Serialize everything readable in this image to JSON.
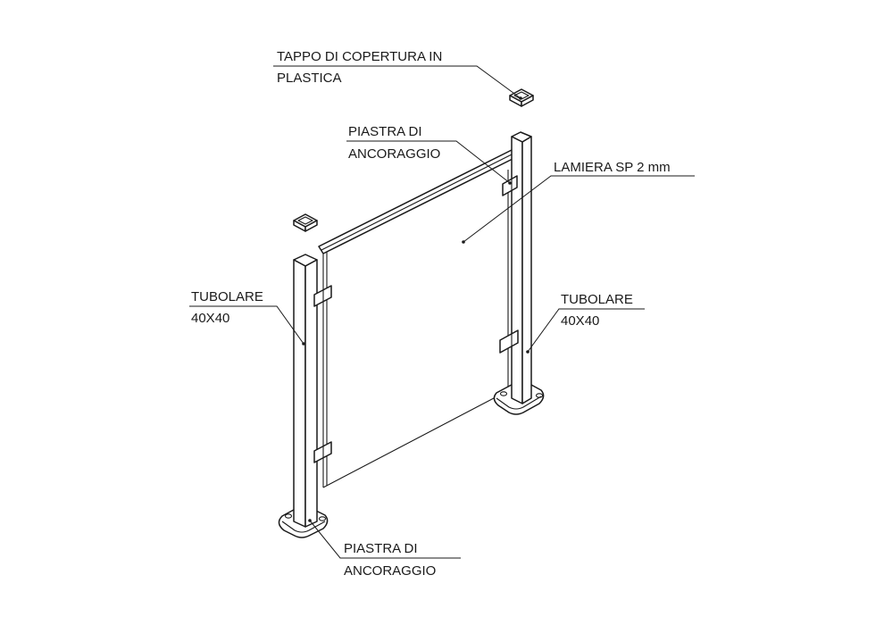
{
  "labels": {
    "cap_line1": "TAPPO DI COPERTURA IN",
    "cap_line2": "PLASTICA",
    "plate_top_line1": "PIASTRA DI",
    "plate_top_line2": "ANCORAGGIO",
    "sheet": "LAMIERA SP 2 mm",
    "tube_left_line1": "TUBOLARE",
    "tube_left_line2": "40X40",
    "tube_right_line1": "TUBOLARE",
    "tube_right_line2": "40X40",
    "plate_bottom_line1": "PIASTRA DI",
    "plate_bottom_line2": "ANCORAGGIO"
  },
  "colors": {
    "line": "#1a1a1a",
    "background": "#ffffff"
  }
}
